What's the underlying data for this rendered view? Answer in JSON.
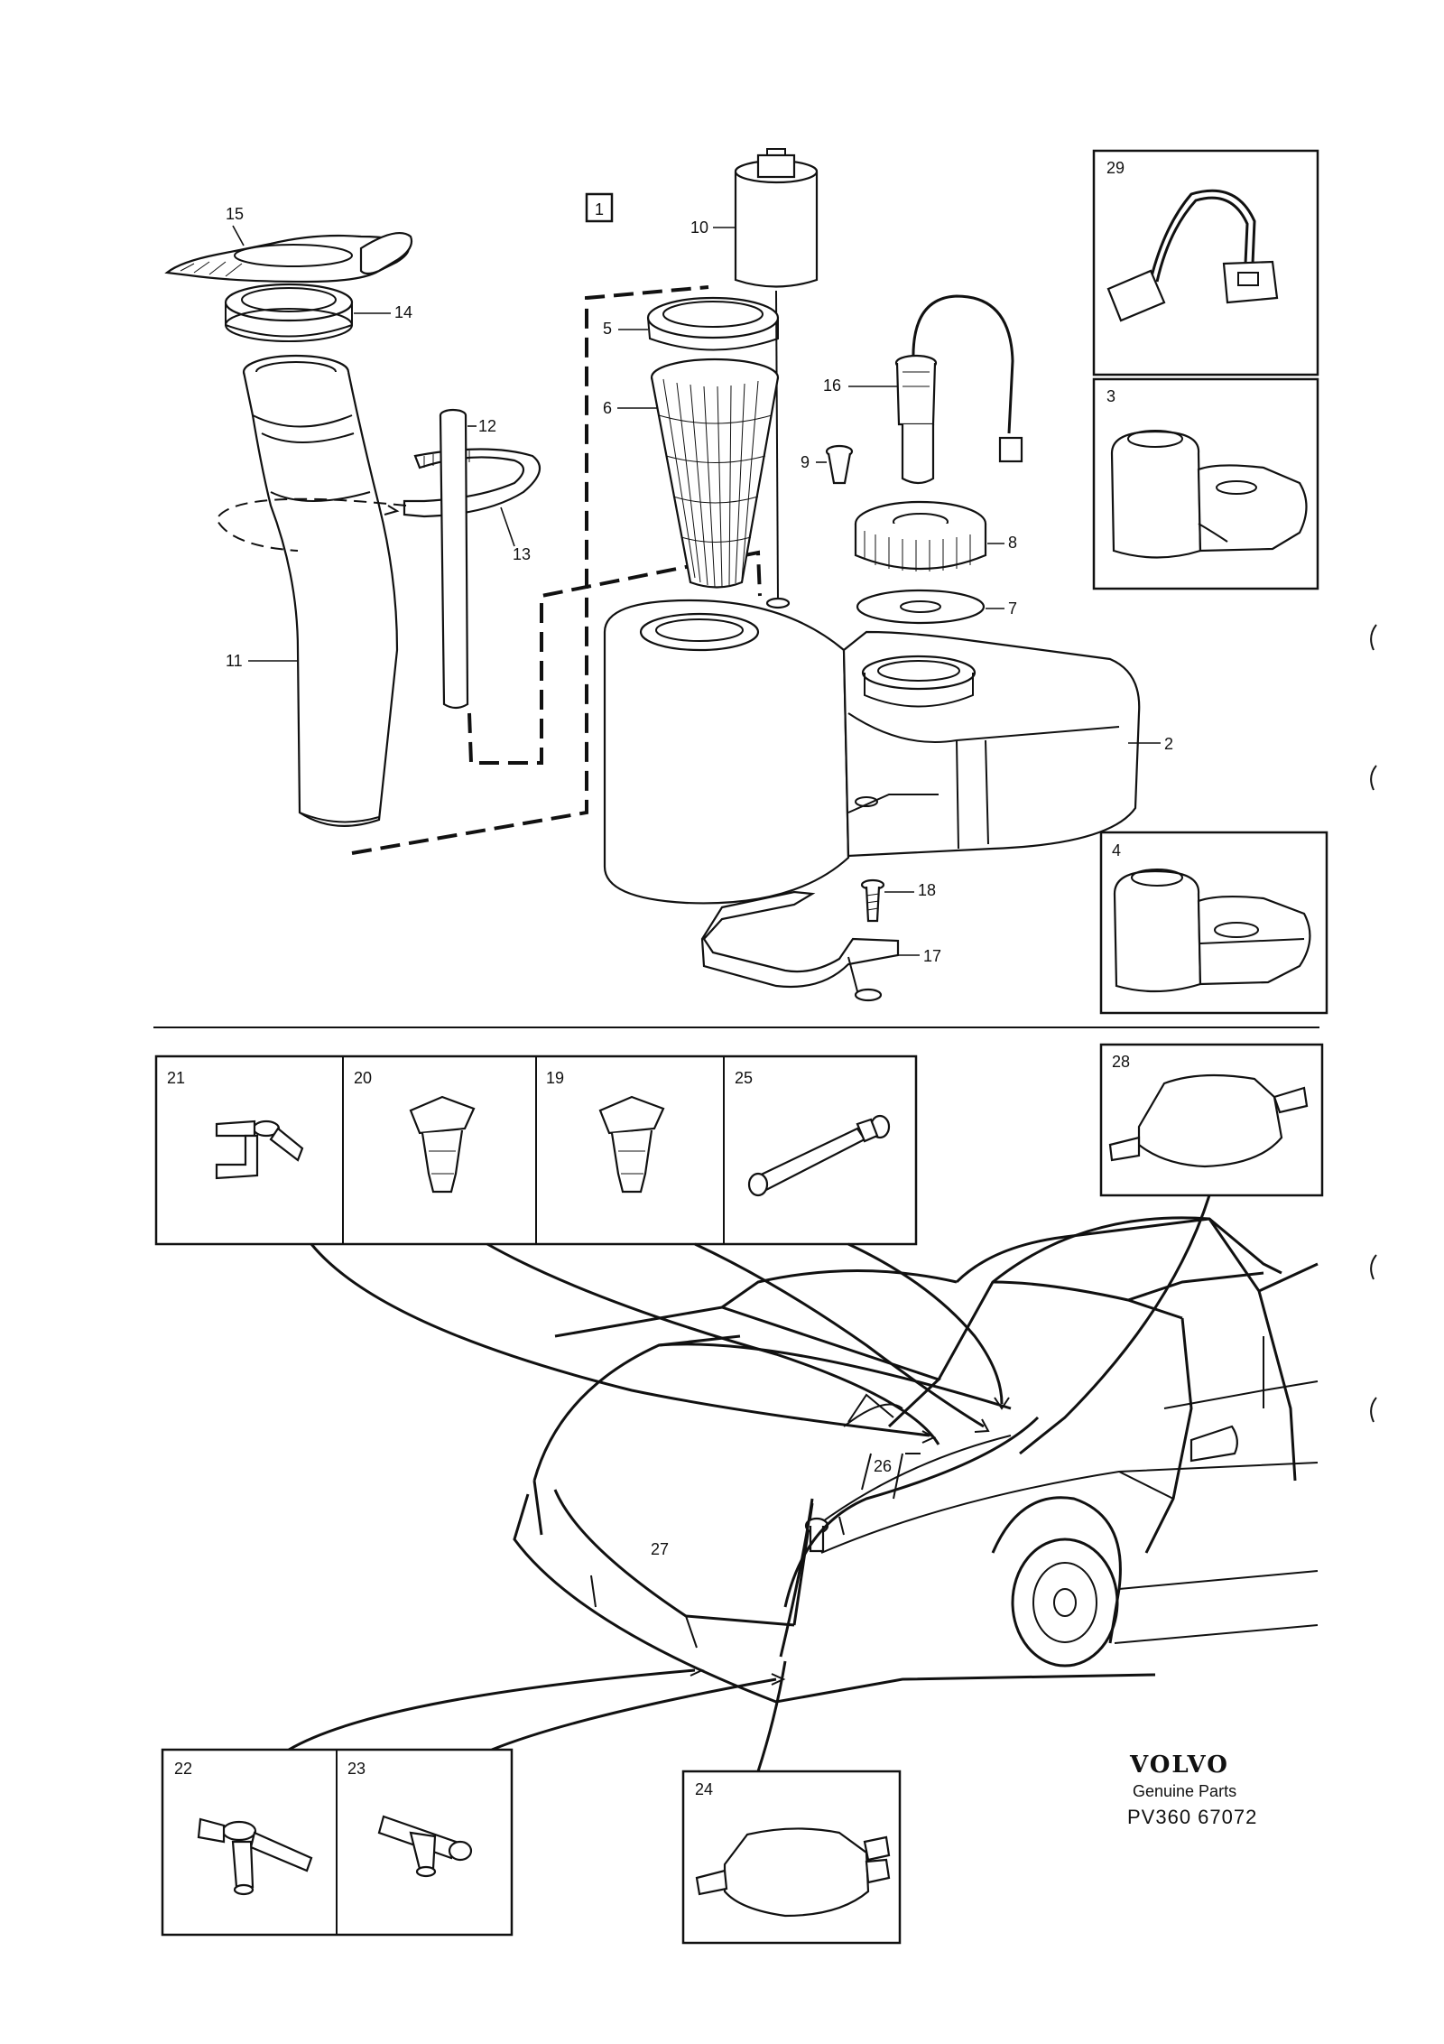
{
  "callouts": {
    "c1": "1",
    "c2": "2",
    "c3": "3",
    "c4": "4",
    "c5": "5",
    "c6": "6",
    "c7": "7",
    "c8": "8",
    "c9": "9",
    "c10": "10",
    "c11": "11",
    "c12": "12",
    "c13": "13",
    "c14": "14",
    "c15": "15",
    "c16": "16",
    "c17": "17",
    "c18": "18",
    "c19": "19",
    "c20": "20",
    "c21": "21",
    "c22": "22",
    "c23": "23",
    "c24": "24",
    "c25": "25",
    "c26": "26",
    "c27": "27",
    "c28": "28",
    "c29": "29"
  },
  "brand": {
    "name": "VOLVO",
    "tagline": "Genuine Parts",
    "code": "PV360  67072"
  }
}
